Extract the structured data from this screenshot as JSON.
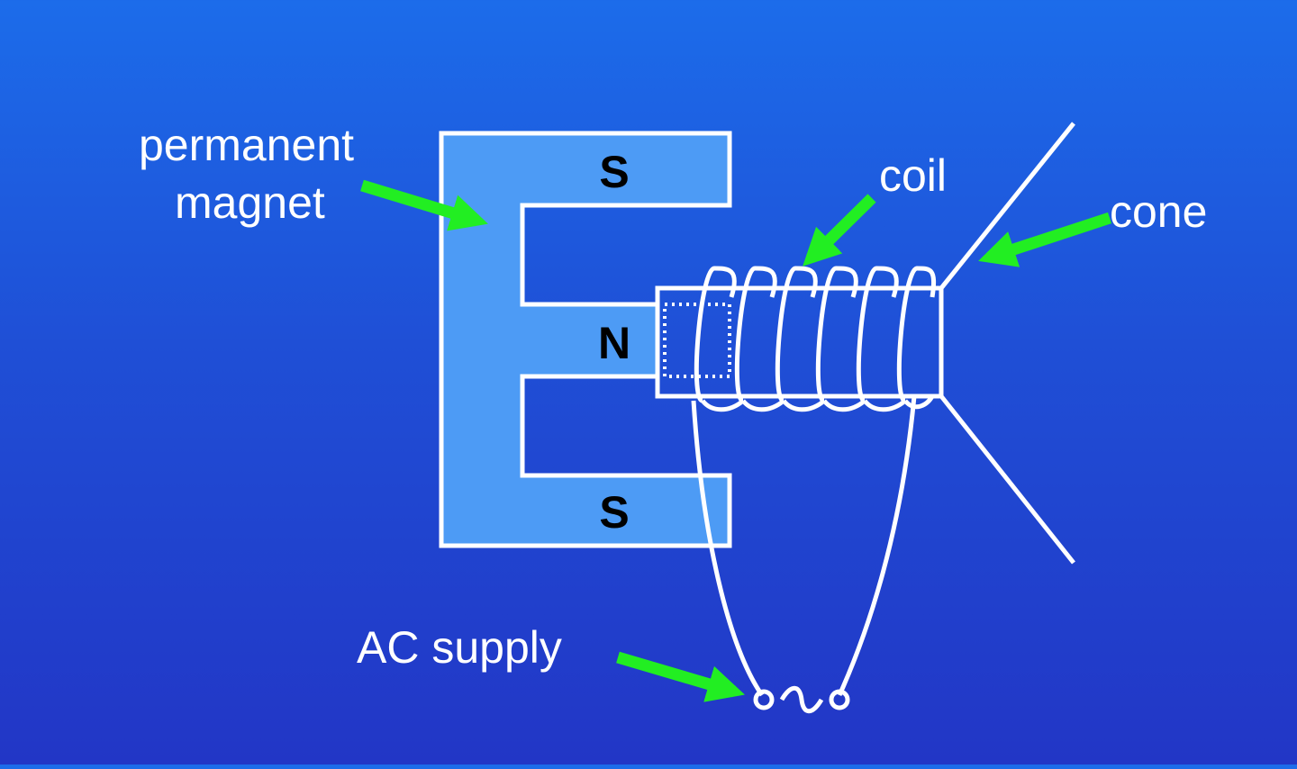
{
  "labels": {
    "permanent_magnet_line1": "permanent",
    "permanent_magnet_line2": "magnet",
    "coil": "coil",
    "cone": "cone",
    "ac_supply": "AC supply"
  },
  "poles": {
    "top": "S",
    "middle": "N",
    "bottom": "S"
  },
  "colors": {
    "background_top": "#1c6cea",
    "background_bottom": "#2236c6",
    "magnet_fill": "#4d9bf5",
    "line": "#ffffff",
    "arrow": "#22ee22",
    "pole_text": "#000000"
  }
}
